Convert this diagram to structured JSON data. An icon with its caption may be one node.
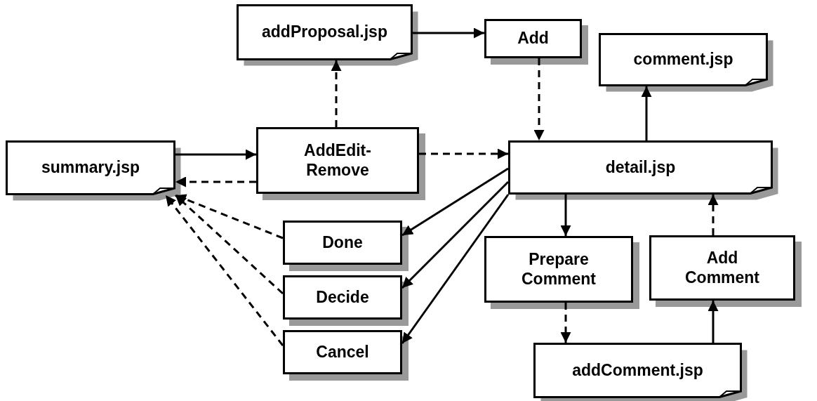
{
  "diagram": {
    "nodes": [
      {
        "text": [
          "summary.jsp"
        ]
      },
      {
        "text": [
          "addProposal.jsp"
        ]
      },
      {
        "text": [
          "Add"
        ]
      },
      {
        "text": [
          "comment.jsp"
        ]
      },
      {
        "text": [
          "AddEdit-Remove"
        ]
      },
      {
        "text": [
          "detail.jsp"
        ]
      },
      {
        "text": [
          "Done"
        ]
      },
      {
        "text": [
          "Decide"
        ]
      },
      {
        "text": [
          "Cancel"
        ]
      },
      {
        "text": [
          "Prepare Comment"
        ]
      },
      {
        "text": [
          "Add Comment"
        ]
      },
      {
        "text": [
          "addComment.jsp"
        ]
      }
    ],
    "edges": [
      {
        "from": 0,
        "to": 4,
        "arrow": "to"
      },
      {
        "from": 4,
        "to": 0,
        "arrow": "to",
        "style": "dashed"
      },
      {
        "from": 4,
        "to": 1,
        "arrow": "to",
        "style": "dashed"
      },
      {
        "from": 1,
        "to": 2,
        "arrow": "to"
      },
      {
        "from": 2,
        "to": 5,
        "arrow": "to",
        "style": "dashed"
      },
      {
        "from": 4,
        "to": 5,
        "arrow": "to",
        "style": "dashed"
      },
      {
        "from": 5,
        "to": 3,
        "arrow": "to"
      },
      {
        "from": 5,
        "to": 6,
        "arrow": "to"
      },
      {
        "from": 5,
        "to": 7,
        "arrow": "to"
      },
      {
        "from": 5,
        "to": 8,
        "arrow": "to"
      },
      {
        "from": 6,
        "to": 0,
        "arrow": "to",
        "style": "dashed"
      },
      {
        "from": 7,
        "to": 0,
        "arrow": "to",
        "style": "dashed"
      },
      {
        "from": 8,
        "to": 0,
        "arrow": "to",
        "style": "dashed"
      },
      {
        "from": 5,
        "to": 9,
        "arrow": "to"
      },
      {
        "from": 9,
        "to": 11,
        "arrow": "to",
        "style": "dashed"
      },
      {
        "from": 11,
        "to": 10,
        "arrow": "to"
      },
      {
        "from": 10,
        "to": 5,
        "arrow": "to",
        "style": "dashed"
      }
    ]
  }
}
